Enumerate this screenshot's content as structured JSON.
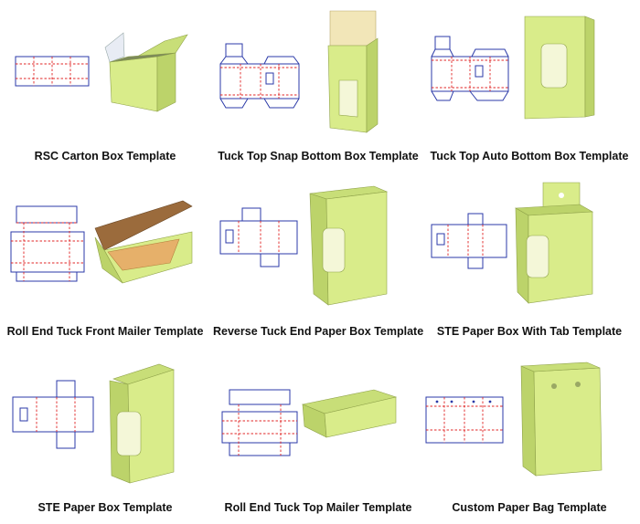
{
  "templates": [
    {
      "label": "RSC Carton Box Template"
    },
    {
      "label": "Tuck Top Snap Bottom Box Template"
    },
    {
      "label": "Tuck Top Auto Bottom Box Template"
    },
    {
      "label": "Roll End Tuck Front Mailer Template"
    },
    {
      "label": "Reverse Tuck End Paper Box Template"
    },
    {
      "label": "STE Paper Box With Tab Template"
    },
    {
      "label": "STE Paper Box Template"
    },
    {
      "label": "Roll End Tuck Top Mailer Template"
    },
    {
      "label": "Custom Paper Bag Template"
    }
  ],
  "colors": {
    "box_front": "#d9ec8a",
    "box_side": "#bcd36a",
    "box_top": "#c8de78",
    "cardboard_brown": "#9b6b3c",
    "inner_tan": "#f2e6b8",
    "cut_line": "#2b3aa8",
    "fold_line": "#e02424"
  }
}
